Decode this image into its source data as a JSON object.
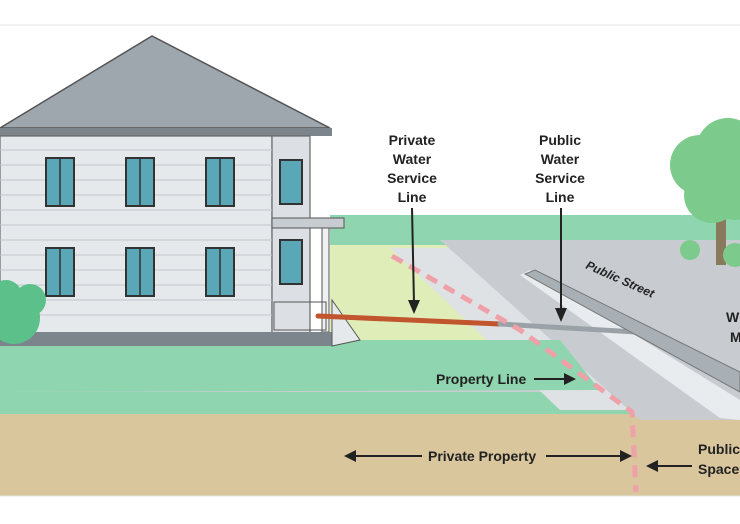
{
  "labels": {
    "private_line": [
      "Private",
      "Water",
      "Service",
      "Line"
    ],
    "public_line": [
      "Public",
      "Water",
      "Service",
      "Line"
    ],
    "street": "Public Street",
    "water_main": [
      "W",
      "M"
    ],
    "property_line": "Property Line",
    "private_property": "Private Property",
    "public_space": [
      "Public",
      "Space"
    ]
  },
  "colors": {
    "sky": "#ffffff",
    "grass": "#8fd6b0",
    "lawn_yellow": "#dfeeb8",
    "soil": "#d9c69c",
    "road": "#c8ccd0",
    "sidewalk": "#dfe2e4",
    "house_siding": "#e6e9ec",
    "roof": "#9fa7ae",
    "pipe_private": "#c0552e",
    "pipe_public": "#9aa2a8",
    "property_dash": "#f0a0a8",
    "tree": "#7ccb8c"
  }
}
